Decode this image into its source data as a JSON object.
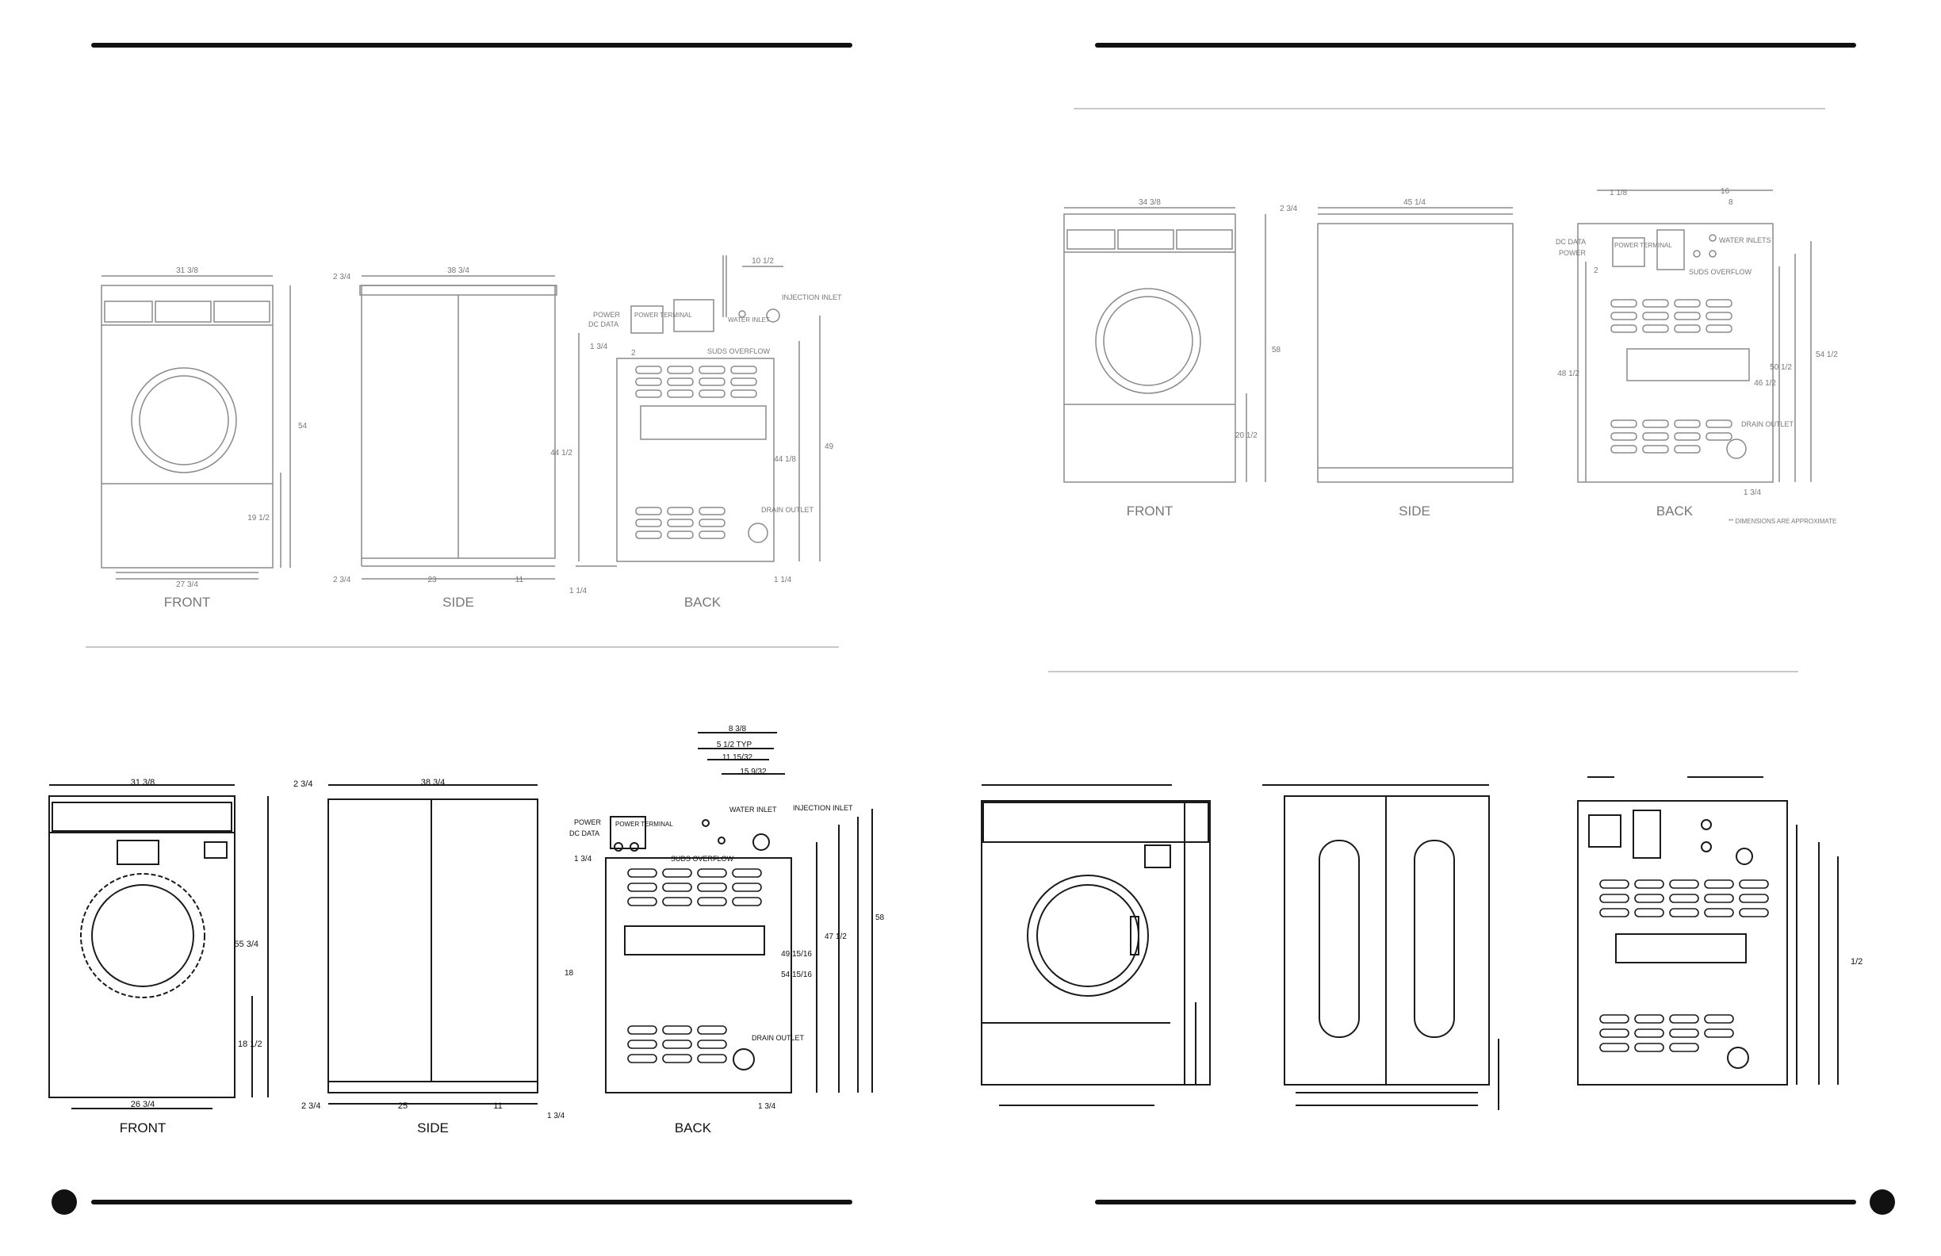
{
  "views": {
    "front": "FRONT",
    "side": "SIDE",
    "back": "BACK"
  },
  "note": "** DIMENSIONS ARE APPROXIMATE",
  "callouts": {
    "power": "POWER",
    "dc_data": "DC DATA",
    "dc_data_upper": "DC DATA",
    "power_terminal": "POWER TERMINAL",
    "water_inlet": "WATER INLET",
    "water_inlets": "WATER INLETS",
    "suds_overflow": "SUDS OVERFLOW",
    "injection_inlet": "INJECTION INLET",
    "drain_outlet": "DRAIN OUTLET",
    "power_terminal_upper": "POWER TERMINAL",
    "power_upper": "POWER",
    "water_inlet_upper": "WATER INLET",
    "suds_overflow_upper": "SUDS OVERFLOW",
    "injection_inlet_upper": "INJECTION INLET",
    "drain_outlet_upper": "DRAIN OUTLET"
  },
  "panel_a": {
    "dims": {
      "front_width": "31 3/8",
      "front_base": "27 3/4",
      "front_height": "54",
      "front_lower": "19 1/2",
      "side_depth": "38 3/4",
      "side_top_offset": "2 3/4",
      "side_base_offset": "2 3/4",
      "side_base_a": "23",
      "side_base_b": "11",
      "back_top": "10 1/2",
      "back_left_small": "1 3/4",
      "back_small": "2",
      "back_h1": "44 1/2",
      "back_h2": "44 1/8",
      "back_h3": "49",
      "back_base_left": "1 1/4",
      "back_base_right": "1 1/4"
    }
  },
  "panel_b": {
    "dims": {
      "front_width": "34 3/8",
      "front_height": "58",
      "front_lower": "20 1/2",
      "side_depth": "45 1/4",
      "side_offset": "2 3/4",
      "back_top1": "1 1/8",
      "back_top2": "16",
      "back_top3": "8",
      "back_left_small": "2",
      "back_h1": "48 1/2",
      "back_h2": "46 1/2",
      "back_h3": "50 1/2",
      "back_h4": "54 1/2",
      "back_base": "1 3/4"
    }
  },
  "panel_c": {
    "dims": {
      "front_width": "31 3/8",
      "front_base": "26 3/4",
      "front_height": "55 3/4",
      "front_lower": "18 1/2",
      "side_depth": "38 3/4",
      "side_offset": "2 3/4",
      "side_base_left": "2 3/4",
      "side_base_a": "25",
      "side_base_b": "11",
      "back_t1": "8 3/8",
      "back_t2": "5 1/2 TYP",
      "back_t3": "11 15/32",
      "back_t4": "15 9/32",
      "back_h1": "47 1/2",
      "back_h2": "49 15/16",
      "back_h3": "54 15/16",
      "back_h4": "58",
      "back_left_small": "1 3/4",
      "back_mid": "18",
      "back_base_left": "1 3/4",
      "back_base_right": "1 3/4"
    }
  },
  "panel_d": {
    "dims": {
      "back_right": "1/2"
    }
  }
}
